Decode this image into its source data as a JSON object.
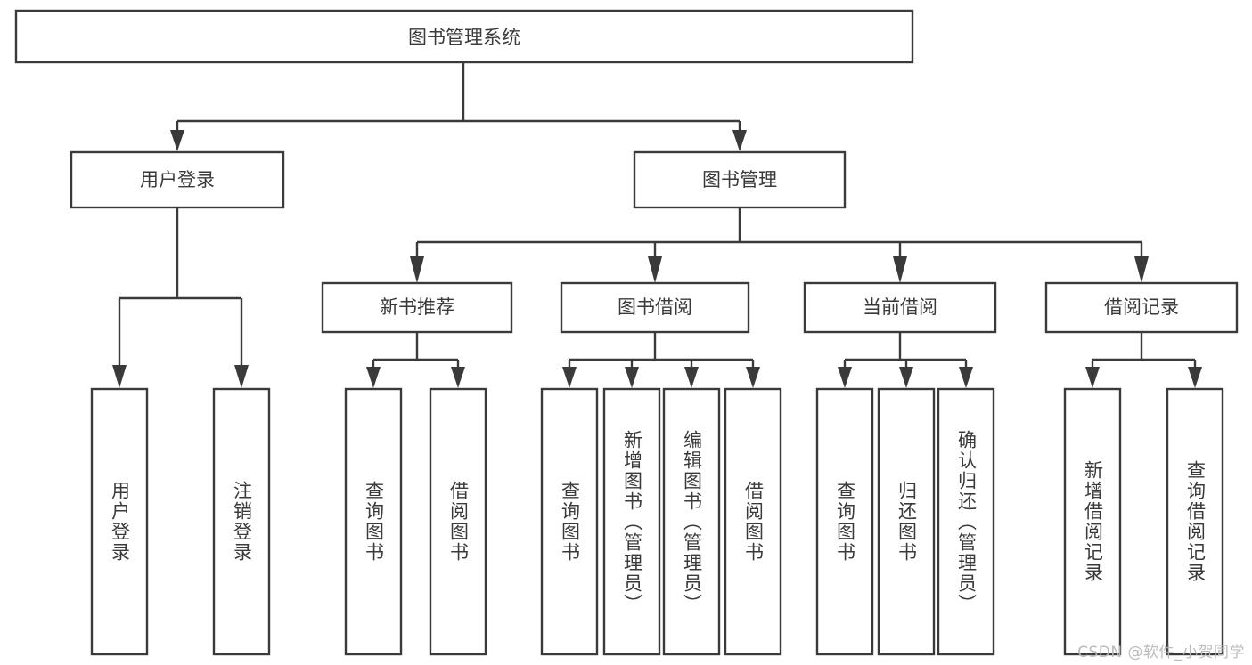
{
  "diagram": {
    "type": "tree",
    "title": "图书管理系统",
    "root": {
      "id": "root",
      "label": "图书管理系统",
      "orientation": "horizontal"
    },
    "level1": [
      {
        "id": "user-login",
        "label": "用户登录",
        "orientation": "horizontal"
      },
      {
        "id": "book-management",
        "label": "图书管理",
        "orientation": "horizontal"
      }
    ],
    "level2": [
      {
        "id": "new-book-recommend",
        "label": "新书推荐",
        "parent": "book-management",
        "orientation": "horizontal"
      },
      {
        "id": "book-borrow",
        "label": "图书借阅",
        "parent": "book-management",
        "orientation": "horizontal"
      },
      {
        "id": "current-borrow",
        "label": "当前借阅",
        "parent": "book-management",
        "orientation": "horizontal"
      },
      {
        "id": "borrow-record",
        "label": "借阅记录",
        "parent": "book-management",
        "orientation": "horizontal"
      }
    ],
    "leaves": [
      {
        "id": "leaf-user-login",
        "label": "用户登录",
        "parent": "user-login",
        "orientation": "vertical"
      },
      {
        "id": "leaf-logout",
        "label": "注销登录",
        "parent": "user-login",
        "orientation": "vertical"
      },
      {
        "id": "leaf-query-book-1",
        "label": "查询图书",
        "parent": "new-book-recommend",
        "orientation": "vertical"
      },
      {
        "id": "leaf-borrow-book-1",
        "label": "借阅图书",
        "parent": "new-book-recommend",
        "orientation": "vertical"
      },
      {
        "id": "leaf-query-book-2",
        "label": "查询图书",
        "parent": "book-borrow",
        "orientation": "vertical"
      },
      {
        "id": "leaf-add-book",
        "label": "新增图书（管理员）",
        "parent": "book-borrow",
        "orientation": "vertical"
      },
      {
        "id": "leaf-edit-book",
        "label": "编辑图书（管理员）",
        "parent": "book-borrow",
        "orientation": "vertical"
      },
      {
        "id": "leaf-borrow-book-2",
        "label": "借阅图书",
        "parent": "book-borrow",
        "orientation": "vertical"
      },
      {
        "id": "leaf-query-book-3",
        "label": "查询图书",
        "parent": "current-borrow",
        "orientation": "vertical"
      },
      {
        "id": "leaf-return-book",
        "label": "归还图书",
        "parent": "current-borrow",
        "orientation": "vertical"
      },
      {
        "id": "leaf-confirm-return",
        "label": "确认归还（管理员）",
        "parent": "current-borrow",
        "orientation": "vertical"
      },
      {
        "id": "leaf-add-record",
        "label": "新增借阅记录",
        "parent": "borrow-record",
        "orientation": "vertical"
      },
      {
        "id": "leaf-query-record",
        "label": "查询借阅记录",
        "parent": "borrow-record",
        "orientation": "vertical"
      }
    ],
    "colors": {
      "stroke": "#3a3a3a",
      "fill": "#ffffff",
      "text": "#3a3a3a",
      "watermark": "#b8b8b8"
    }
  },
  "watermark": {
    "text": "CSDN @软件_小贺同学"
  }
}
